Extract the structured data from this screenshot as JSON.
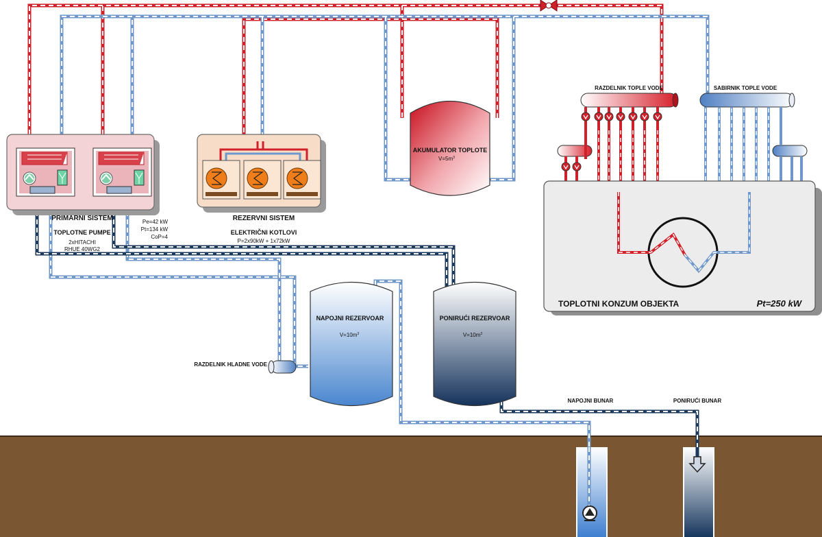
{
  "primary": {
    "title": "PRIMARNI SISTEM",
    "subtitle": "TOPLOTNE PUMPE",
    "model_line1": "2xHITACHI",
    "model_line2": "RHUE 40WG2",
    "spec_pe": "Pe=42 kW",
    "spec_pt": "Pt=134 kW",
    "spec_cop": "CoP=4"
  },
  "reserve": {
    "title": "REZERVNI SISTEM",
    "subtitle": "ELEKTRIČNI KOTLOVI",
    "spec": "P=2x90kW + 1x72kW"
  },
  "accumulator": {
    "title": "AKUMULATOR TOPLOTE",
    "volume": "V=5m",
    "volume_sup": "3"
  },
  "hot_distributor": {
    "title": "RAZDELNIK TOPLE VODE"
  },
  "hot_collector": {
    "title": "SABIRNIK TOPLE VODE"
  },
  "consumer": {
    "title": "TOPLOTNI KONZUM OBJEKTA",
    "power": "Pt=250 kW"
  },
  "supply_tank": {
    "title": "NAPOJNI REZERVOAR",
    "volume": "V=10m",
    "volume_sup": "3"
  },
  "return_tank": {
    "title": "PONIRUĆI REZERVOAR",
    "volume": "V=10m",
    "volume_sup": "3"
  },
  "cold_distributor": {
    "title": "RAZDELNIK HLADNE VODE"
  },
  "supply_well": {
    "title": "NAPOJNI BUNAR"
  },
  "return_well": {
    "title": "PONIRUĆI BUNAR"
  },
  "colors": {
    "hot_pipe": "#d0202a",
    "cold_pipe": "#6f97c9",
    "dark_pipe": "#1c3a5e",
    "ground": "#7a5632",
    "primary_box": "#f3d3d6",
    "reserve_box": "#f7dcc8",
    "boiler": "#ef7d1a"
  }
}
